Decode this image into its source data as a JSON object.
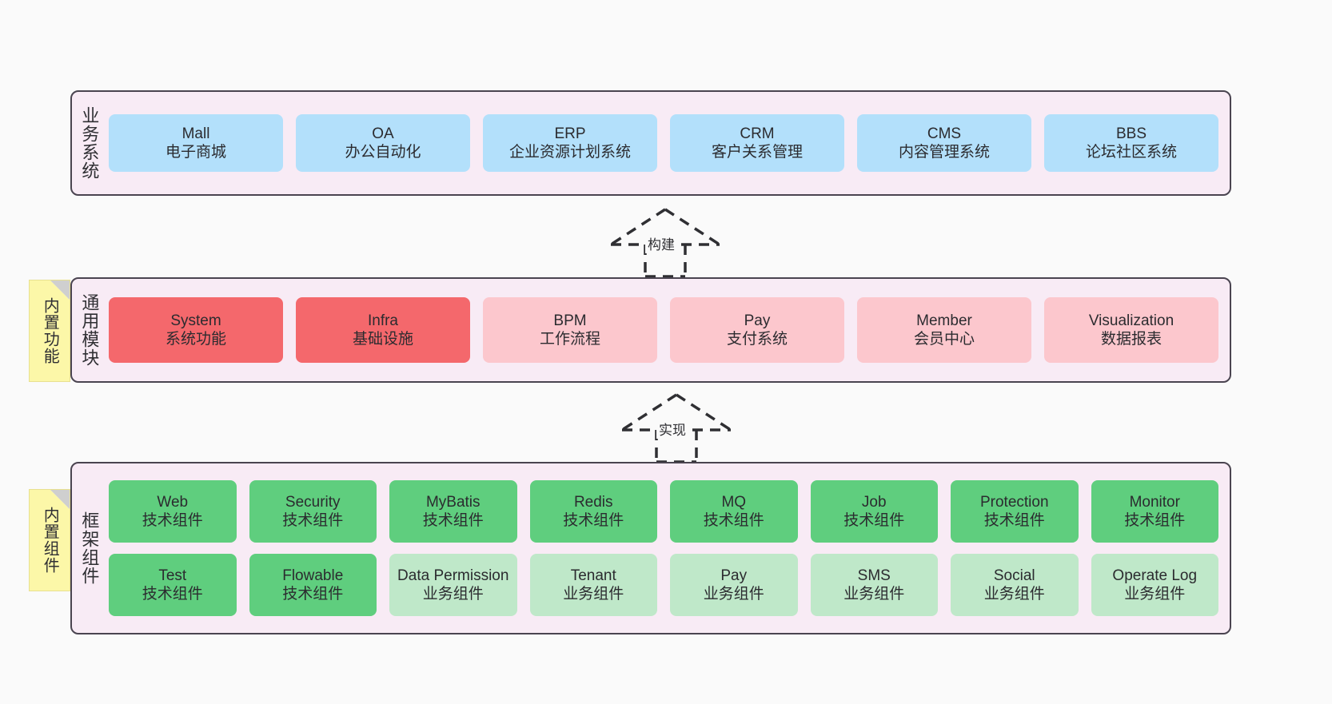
{
  "colors": {
    "panel_bg": "#f8ebf5",
    "panel_border": "#4a4450",
    "blue": "#b3e0fb",
    "red": "#f4686c",
    "pink": "#fcc7cd",
    "green": "#5fce7e",
    "light_green": "#bfe8c9",
    "sticky": "#fcf7a8",
    "canvas": "#fafafa"
  },
  "layers": [
    {
      "id": "business",
      "title": "业务系统",
      "rows": [
        {
          "cards": [
            {
              "en": "Mall",
              "cn": "电子商城",
              "color": "blue"
            },
            {
              "en": "OA",
              "cn": "办公自动化",
              "color": "blue"
            },
            {
              "en": "ERP",
              "cn": "企业资源计划系统",
              "color": "blue"
            },
            {
              "en": "CRM",
              "cn": "客户关系管理",
              "color": "blue"
            },
            {
              "en": "CMS",
              "cn": "内容管理系统",
              "color": "blue"
            },
            {
              "en": "BBS",
              "cn": "论坛社区系统",
              "color": "blue"
            }
          ]
        }
      ]
    },
    {
      "id": "modules",
      "title": "通用模块",
      "sticky": "内置功能",
      "rows": [
        {
          "cards": [
            {
              "en": "System",
              "cn": "系统功能",
              "color": "red"
            },
            {
              "en": "Infra",
              "cn": "基础设施",
              "color": "red"
            },
            {
              "en": "BPM",
              "cn": "工作流程",
              "color": "pink"
            },
            {
              "en": "Pay",
              "cn": "支付系统",
              "color": "pink"
            },
            {
              "en": "Member",
              "cn": "会员中心",
              "color": "pink"
            },
            {
              "en": "Visualization",
              "cn": "数据报表",
              "color": "pink"
            }
          ]
        }
      ]
    },
    {
      "id": "framework",
      "title": "框架组件",
      "sticky": "内置组件",
      "rows": [
        {
          "cards": [
            {
              "en": "Web",
              "cn": "技术组件",
              "color": "green"
            },
            {
              "en": "Security",
              "cn": "技术组件",
              "color": "green"
            },
            {
              "en": "MyBatis",
              "cn": "技术组件",
              "color": "green"
            },
            {
              "en": "Redis",
              "cn": "技术组件",
              "color": "green"
            },
            {
              "en": "MQ",
              "cn": "技术组件",
              "color": "green"
            },
            {
              "en": "Job",
              "cn": "技术组件",
              "color": "green"
            },
            {
              "en": "Protection",
              "cn": "技术组件",
              "color": "green"
            },
            {
              "en": "Monitor",
              "cn": "技术组件",
              "color": "green"
            }
          ]
        },
        {
          "cards": [
            {
              "en": "Test",
              "cn": "技术组件",
              "color": "green"
            },
            {
              "en": "Flowable",
              "cn": "技术组件",
              "color": "green"
            },
            {
              "en": "Data Permission",
              "cn": "业务组件",
              "color": "light_green"
            },
            {
              "en": "Tenant",
              "cn": "业务组件",
              "color": "light_green"
            },
            {
              "en": "Pay",
              "cn": "业务组件",
              "color": "light_green"
            },
            {
              "en": "SMS",
              "cn": "业务组件",
              "color": "light_green"
            },
            {
              "en": "Social",
              "cn": "业务组件",
              "color": "light_green"
            },
            {
              "en": "Operate Log",
              "cn": "业务组件",
              "color": "light_green"
            }
          ]
        }
      ]
    }
  ],
  "connectors": [
    {
      "id": "build",
      "label": "构建",
      "style": "dashed-hollow-arrow-up",
      "from": "通用模块",
      "to": "业务系统"
    },
    {
      "id": "impl",
      "label": "实现",
      "style": "dashed-hollow-arrow-up",
      "from": "框架组件",
      "to": "通用模块"
    }
  ]
}
